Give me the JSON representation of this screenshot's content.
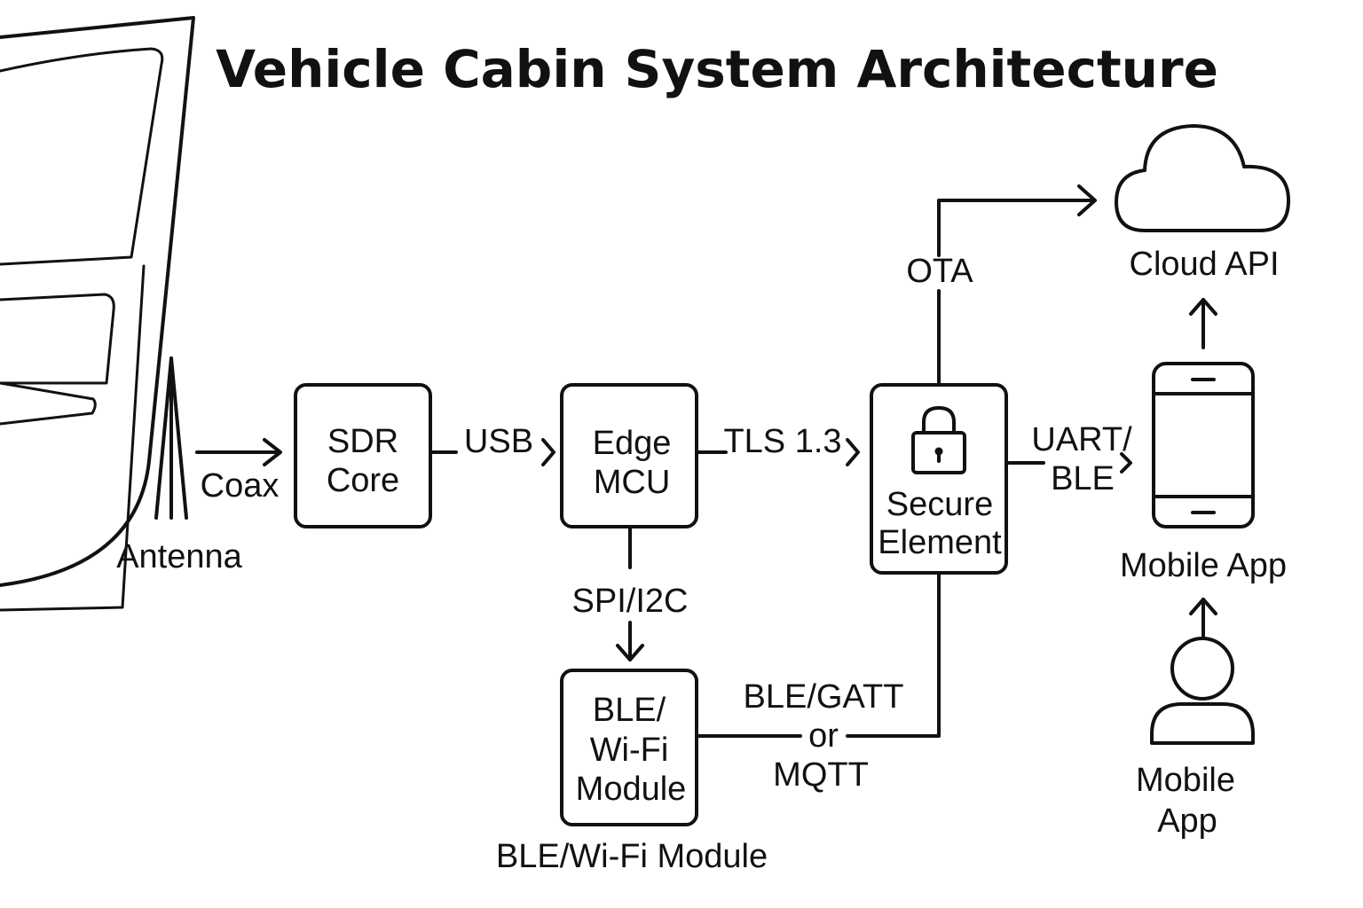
{
  "title": "Vehicle Cabin System Architecture",
  "nodes": {
    "antenna": {
      "label": "Antenna"
    },
    "sdr": {
      "line1": "SDR",
      "line2": "Core"
    },
    "mcu": {
      "line1": "Edge",
      "line2": "MCU"
    },
    "module": {
      "line1": "BLE/",
      "line2": "Wi-Fi",
      "line3": "Module",
      "caption": "BLE/Wi-Fi Module"
    },
    "secure": {
      "line1": "Secure",
      "line2": "Element"
    },
    "cloud": {
      "label": "Cloud API"
    },
    "phone": {
      "label": "Mobile App"
    },
    "user": {
      "line1": "Mobile",
      "line2": "App"
    }
  },
  "links": {
    "coax": "Coax",
    "usb": "USB",
    "tls": "TLS 1.3",
    "spi": "SPI/I2C",
    "ota": "OTA",
    "uart_line1": "UART/",
    "uart_line2": "BLE",
    "ble_gatt_line1": "BLE/GATT",
    "ble_gatt_line2": "or",
    "ble_gatt_line3": "MQTT"
  },
  "icons": {
    "vehicle": "car-door-outline-icon",
    "antenna": "antenna-icon",
    "secure": "padlock-icon",
    "cloud": "cloud-icon",
    "phone": "smartphone-icon",
    "user": "person-icon"
  },
  "colors": {
    "stroke": "#111111",
    "background": "#ffffff"
  }
}
